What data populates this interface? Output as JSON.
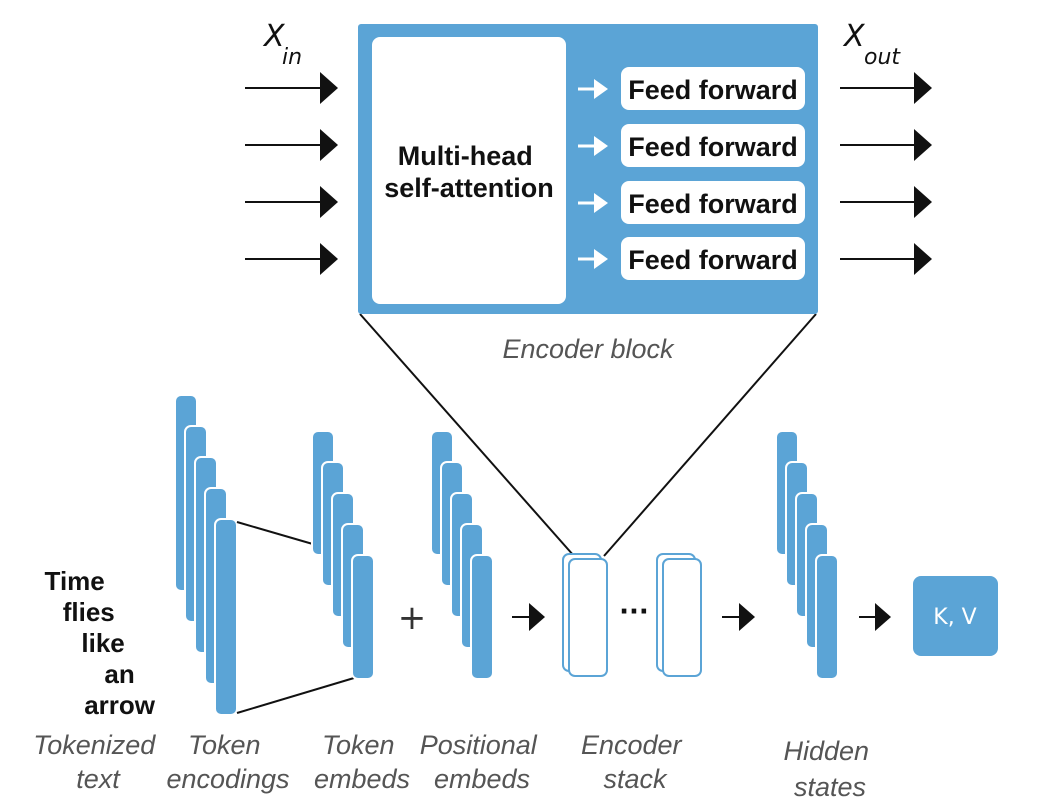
{
  "diagram": {
    "encoder_block": {
      "x_in": {
        "var": "X",
        "sub": "in"
      },
      "x_out": {
        "var": "X",
        "sub": "out"
      },
      "attention_label": [
        "Multi-head",
        "self-attention"
      ],
      "feed_forward": [
        "Feed forward",
        "Feed forward",
        "Feed forward",
        "Feed forward"
      ],
      "caption": "Encoder block"
    },
    "input_words": [
      "Time",
      "flies",
      "like",
      "an",
      "arrow"
    ],
    "plus_sign": "+",
    "ellipsis": "···",
    "output_box": "K, V",
    "captions": {
      "tokenized_text": [
        "Tokenized",
        "text"
      ],
      "token_encodings": [
        "Token",
        "encodings"
      ],
      "token_embeds": [
        "Token",
        "embeds"
      ],
      "positional_embeds": [
        "Positional",
        "embeds"
      ],
      "encoder_stack": [
        "Encoder",
        "stack"
      ],
      "hidden_states": [
        "Hidden",
        "states"
      ]
    },
    "colors": {
      "blue": "#5ba4d6",
      "box_outline": "#5ba4d6",
      "text": "#111111",
      "caption": "#555555"
    }
  }
}
